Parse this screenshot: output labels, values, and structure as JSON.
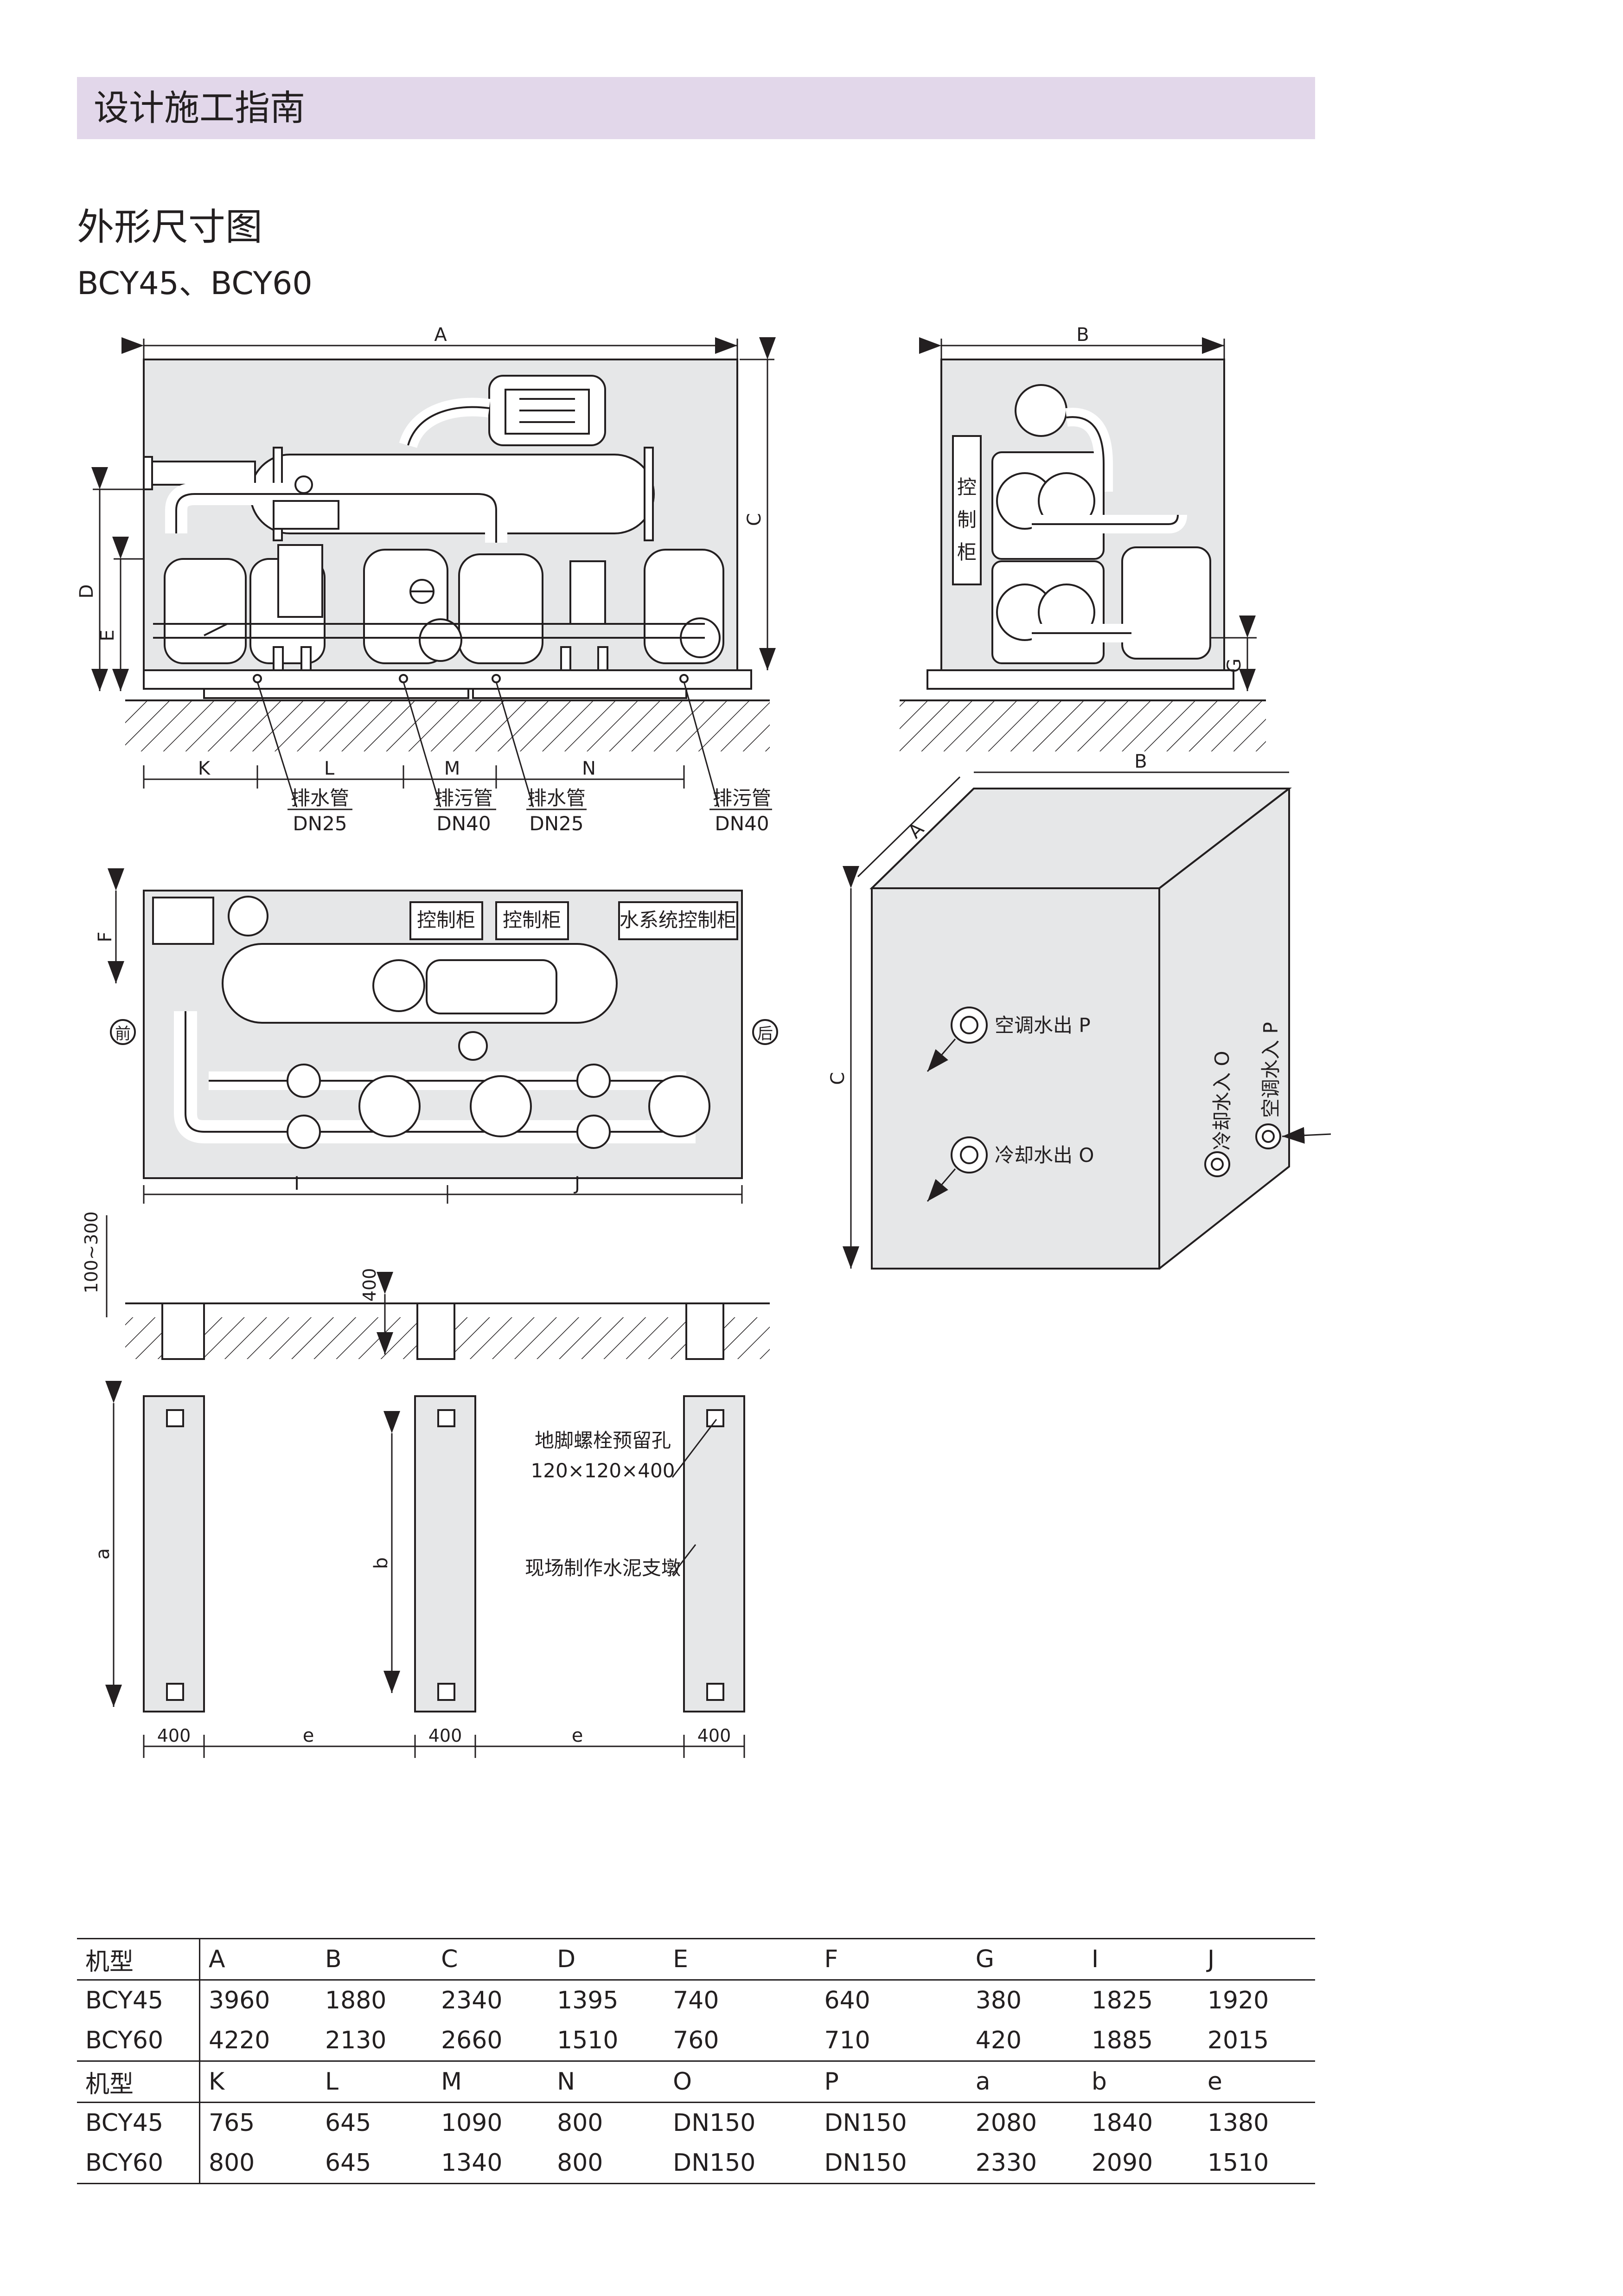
{
  "header": {
    "title": "设计施工指南"
  },
  "section": {
    "title": "外形尺寸图",
    "models": "BCY45、BCY60"
  },
  "drawing": {
    "dims": {
      "A": "A",
      "B": "B",
      "C": "C",
      "D": "D",
      "E": "E",
      "F": "F",
      "G": "G",
      "I": "I",
      "J": "J",
      "K": "K",
      "L": "L",
      "M": "M",
      "N": "N",
      "a": "a",
      "b": "b",
      "e": "e"
    },
    "front_view": {
      "drain1": "排水管",
      "drain1_size": "DN25",
      "sewage1": "排污管",
      "sewage1_size": "DN40",
      "drain2": "排水管",
      "drain2_size": "DN25",
      "sewage2": "排污管",
      "sewage2_size": "DN40"
    },
    "side_view": {
      "cabinet_chars": [
        "控",
        "制",
        "柜"
      ]
    },
    "top_view": {
      "cabinet1": "控制柜",
      "cabinet2": "控制柜",
      "water_cabinet": "水系统控制柜",
      "front": "前",
      "rear": "后"
    },
    "iso_view": {
      "ac_out": "空调水出 P",
      "cool_out": "冷却水出 O",
      "cool_in": "冷却水入 O",
      "ac_in": "空调水入 P"
    },
    "foundation": {
      "gap": "100~300",
      "depth": "400",
      "bolt_label": "地脚螺栓预留孔",
      "bolt_size": "120×120×400",
      "pier_label": "现场制作水泥支墩",
      "w1": "400",
      "w2": "400",
      "w3": "400"
    }
  },
  "table": {
    "rows": [
      {
        "type": "header",
        "cells": [
          "机型",
          "A",
          "B",
          "C",
          "D",
          "E",
          "F",
          "G",
          "I",
          "J"
        ]
      },
      {
        "type": "data",
        "cells": [
          "BCY45",
          "3960",
          "1880",
          "2340",
          "1395",
          "740",
          "640",
          "380",
          "1825",
          "1920"
        ]
      },
      {
        "type": "data",
        "cells": [
          "BCY60",
          "4220",
          "2130",
          "2660",
          "1510",
          "760",
          "710",
          "420",
          "1885",
          "2015"
        ]
      },
      {
        "type": "header",
        "cells": [
          "机型",
          "K",
          "L",
          "M",
          "N",
          "O",
          "P",
          "a",
          "b",
          "e"
        ]
      },
      {
        "type": "data",
        "cells": [
          "BCY45",
          "765",
          "645",
          "1090",
          "800",
          "DN150",
          "DN150",
          "2080",
          "1840",
          "1380"
        ]
      },
      {
        "type": "data",
        "cells": [
          "BCY60",
          "800",
          "645",
          "1340",
          "800",
          "DN150",
          "DN150",
          "2330",
          "2090",
          "1510"
        ]
      }
    ]
  },
  "colors": {
    "header_bg": "#e2d7ea",
    "panel_gray": "#e6e7e8",
    "line": "#231f20"
  }
}
